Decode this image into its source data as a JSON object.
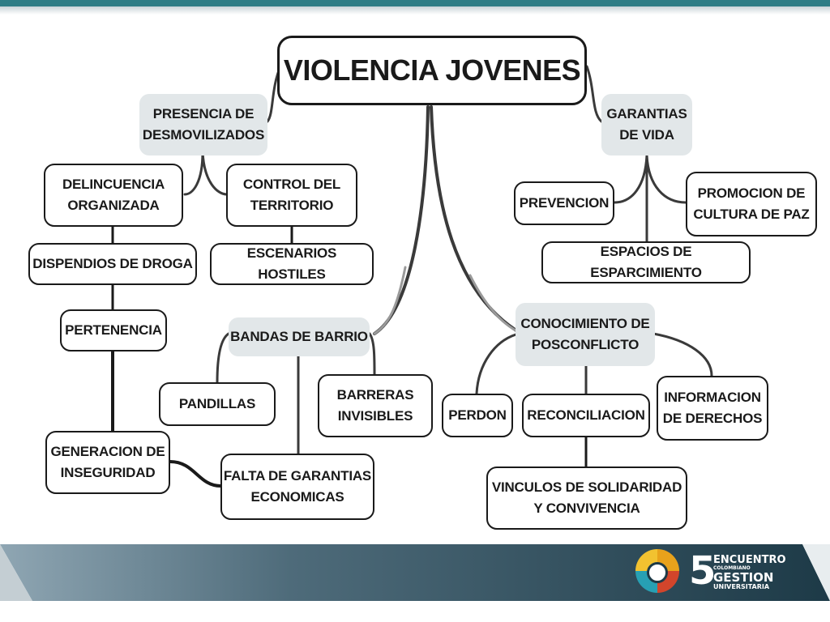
{
  "root": "VIOLENCIA JOVENES",
  "branches": {
    "presencia": "PRESENCIA DE DESMOVILIZADOS",
    "garantias_vida": "GARANTIAS DE VIDA",
    "bandas": "BANDAS DE BARRIO",
    "conocimiento": "CONOCIMIENTO DE POSCONFLICTO"
  },
  "nodes": {
    "delincuencia": "DELINCUENCIA ORGANIZADA",
    "control": "CONTROL DEL TERRITORIO",
    "dispendios": "DISPENDIOS DE DROGA",
    "escenarios": "ESCENARIOS HOSTILES",
    "pertenencia": "PERTENENCIA",
    "generacion": "GENERACION DE INSEGURIDAD",
    "falta": "FALTA DE GARANTIAS ECONOMICAS",
    "pandillas": "PANDILLAS",
    "barreras": "BARRERAS INVISIBLES",
    "prevencion": "PREVENCION",
    "promocion": "PROMOCION DE CULTURA DE PAZ",
    "espacios": "ESPACIOS DE ESPARCIMIENTO",
    "perdon": "PERDON",
    "reconciliacion": "RECONCILIACION",
    "informacion": "INFORMACION DE DERECHOS",
    "vinculos": "VINCULOS DE SOLIDARIDAD Y CONVIVENCIA"
  },
  "logo": {
    "number": "5",
    "line1": "ENCUENTRO",
    "line2": "COLOMBIANO",
    "line3": "GESTION",
    "line4": "UNIVERSITARIA"
  },
  "colors": {
    "top_bar": "#2e7d86",
    "footer_dark": "#1d3a47",
    "pill": "#e2e7e9"
  }
}
